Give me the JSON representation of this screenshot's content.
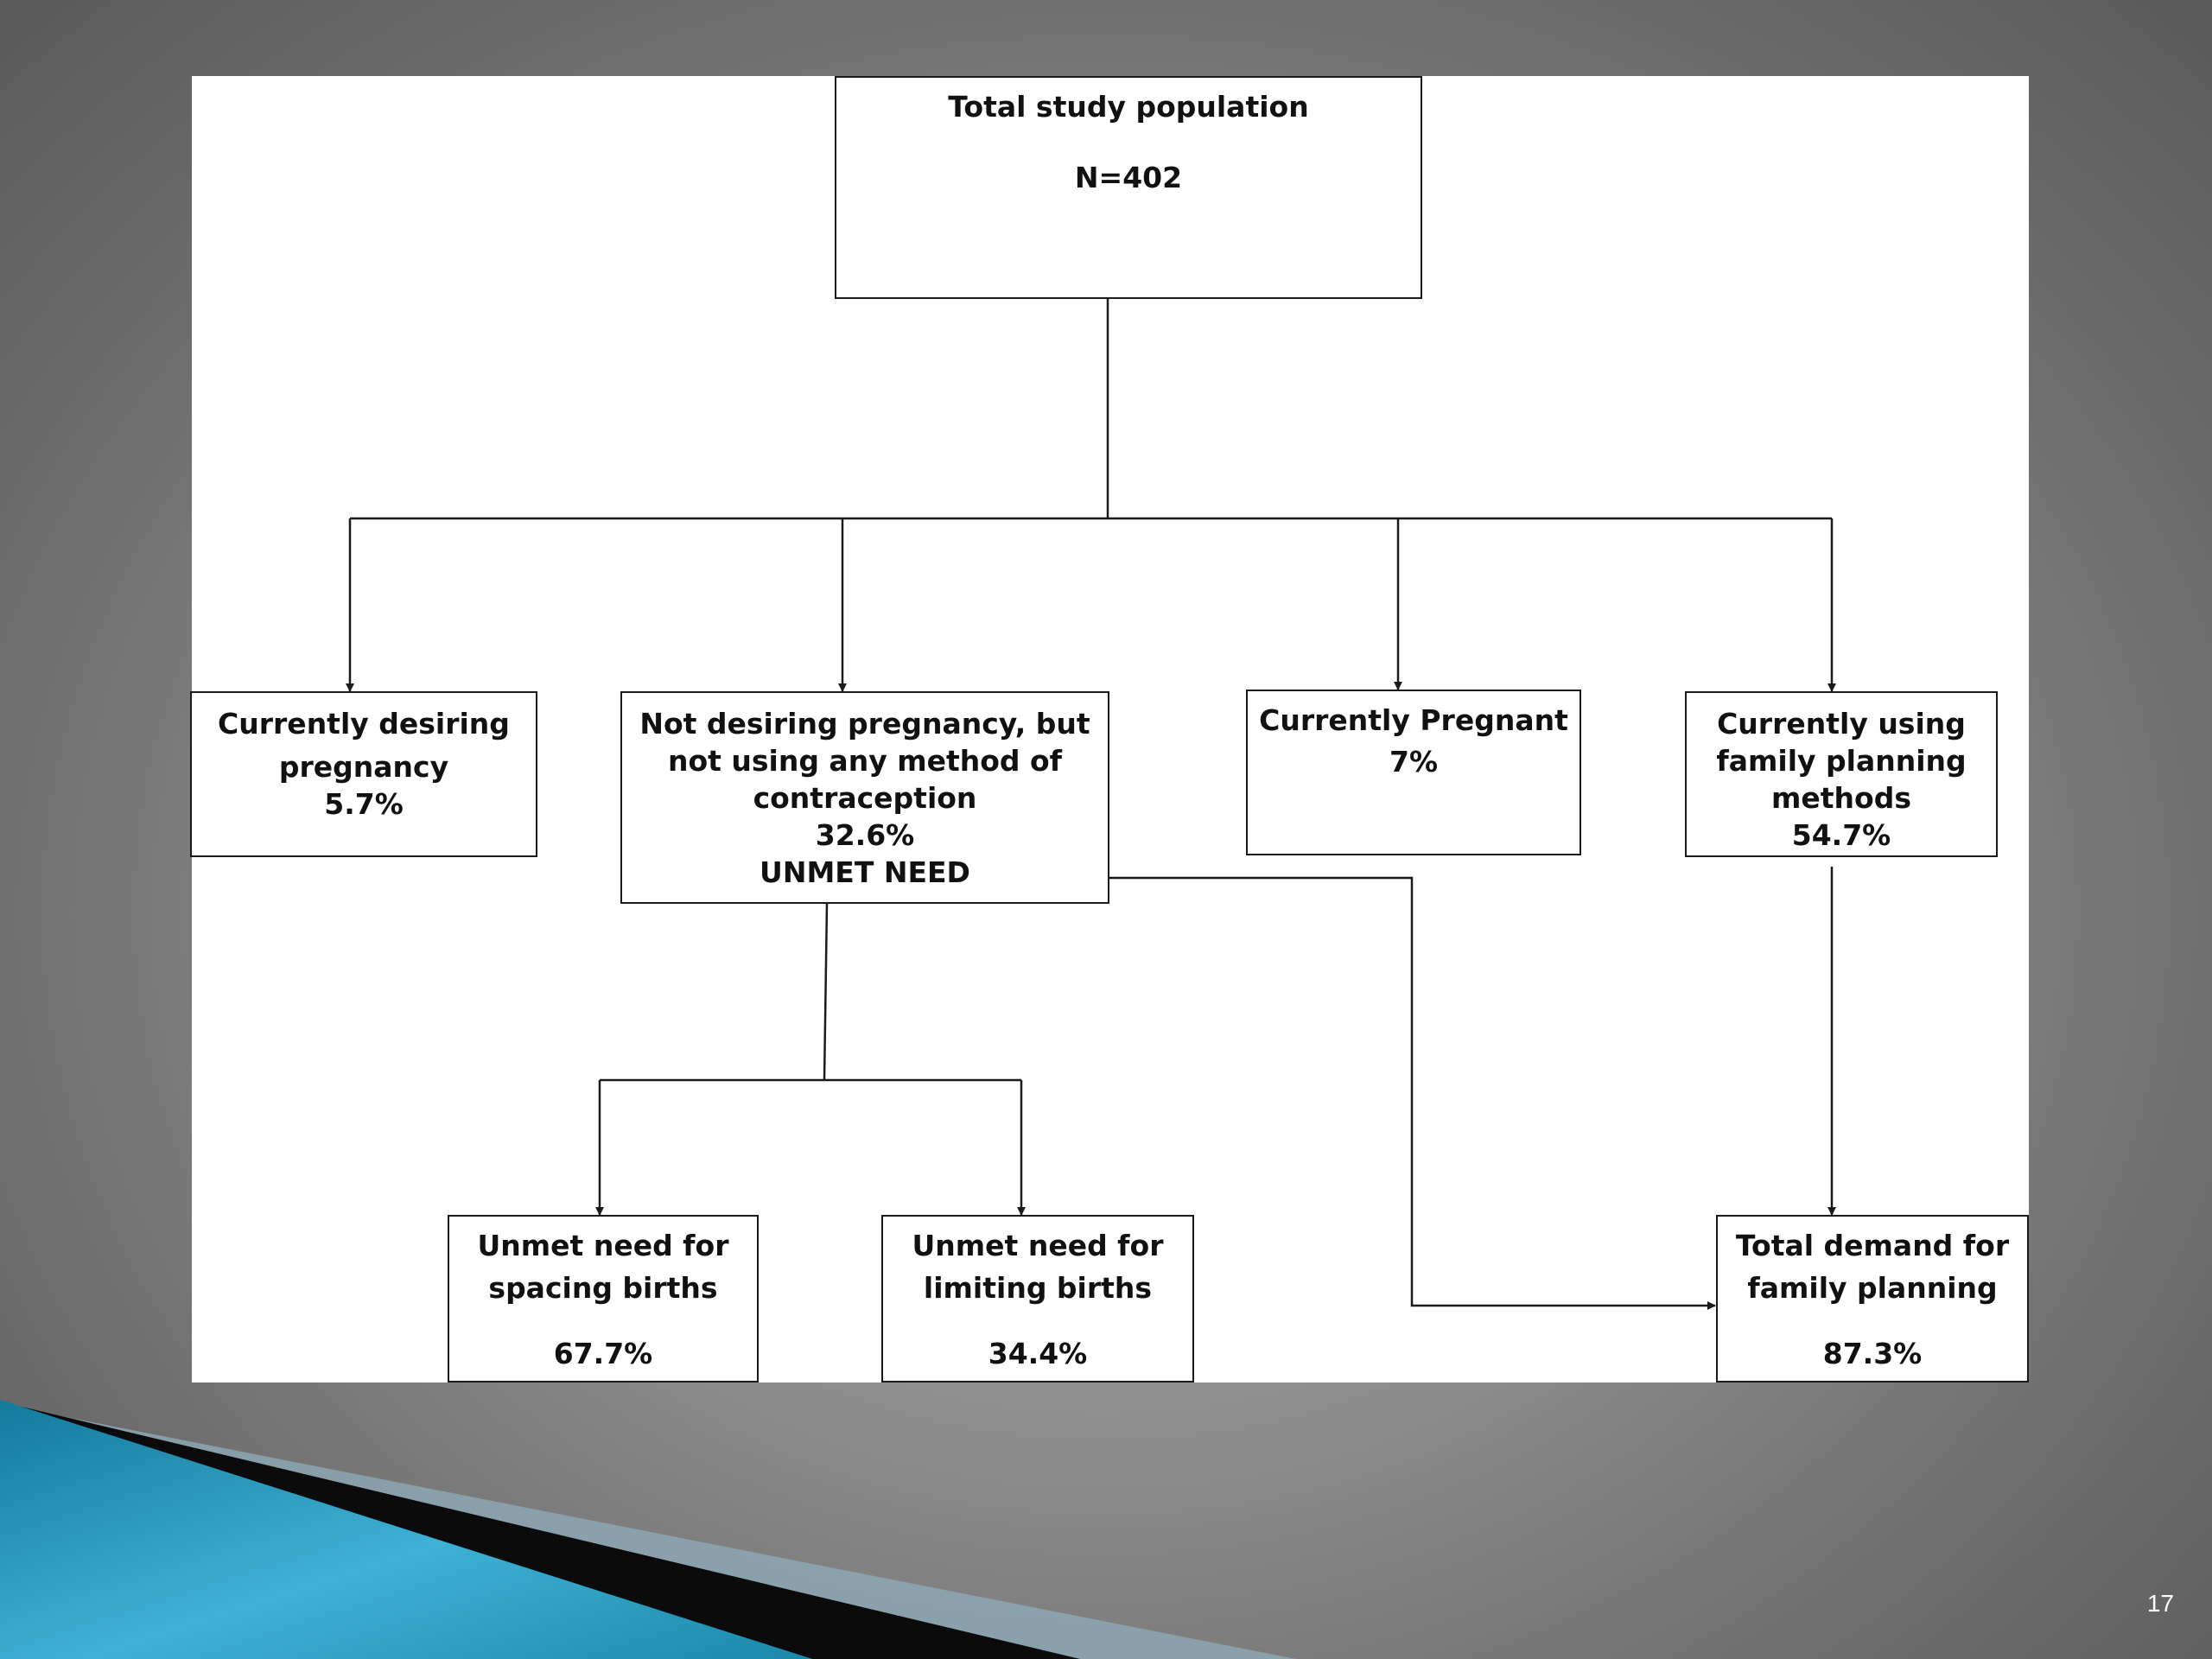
{
  "nodes": {
    "total": {
      "line1": "Total study population",
      "line2": "N=402"
    },
    "desiring": {
      "line1": "Currently desiring",
      "line2": "pregnancy",
      "line3": "5.7%"
    },
    "unmet": {
      "line1": "Not desiring pregnancy, but",
      "line2": "not using any method of",
      "line3": "contraception",
      "line4": "32.6%",
      "line5": "UNMET NEED"
    },
    "pregnant": {
      "line1": "Currently Pregnant",
      "line2": "7%"
    },
    "using": {
      "line1": "Currently using",
      "line2": "family planning",
      "line3": "methods",
      "line4": "54.7%"
    },
    "spacing": {
      "line1": "Unmet need for",
      "line2": "spacing births",
      "value": "67.7%"
    },
    "limiting": {
      "line1": "Unmet need for",
      "line2": "limiting births",
      "value": "34.4%"
    },
    "demand": {
      "line1": "Total demand for",
      "line2": "family planning",
      "value": "87.3%"
    }
  },
  "slide_number": "17",
  "colors": {
    "background": "#8e8e8e",
    "panel": "#ffffff",
    "stroke": "#1a1a1a",
    "accent": "#1e86a8"
  }
}
